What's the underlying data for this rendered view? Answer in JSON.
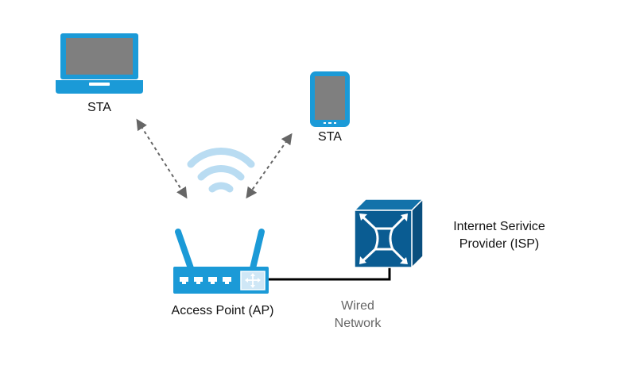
{
  "nodes": {
    "laptop": {
      "label": "STA",
      "icon": "laptop-icon"
    },
    "tablet": {
      "label": "STA",
      "icon": "tablet-icon"
    },
    "access_point": {
      "label": "Access Point (AP)",
      "icon": "wireless-router-icon"
    },
    "isp": {
      "label_line1": "Internet Serivice",
      "label_line2": "Provider (ISP)",
      "icon": "isp-router-cube-icon"
    }
  },
  "links": {
    "wired": {
      "label_line1": "Wired",
      "label_line2": "Network",
      "style": "solid"
    },
    "wireless_laptop": {
      "style": "dashed-double-arrow"
    },
    "wireless_tablet": {
      "style": "dashed-double-arrow"
    }
  },
  "wifi": {
    "icon": "wifi-signal-icon"
  },
  "colors": {
    "device_blue": "#1b9ad7",
    "screen_gray": "#7f7f7f",
    "isp_blue": "#0a5c92",
    "wifi_light": "#b9dcf2",
    "arrow_gray": "#666666",
    "wire": "#000000"
  }
}
